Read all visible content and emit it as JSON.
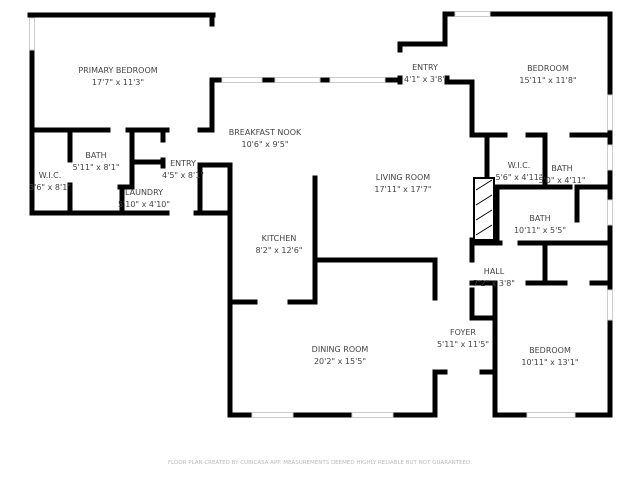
{
  "rooms": [
    {
      "name": "PRIMARY BEDROOM",
      "size": "17'7\" x 11'3\""
    },
    {
      "name": "BREAKFAST NOOK",
      "size": "10'6\" x 9'5\""
    },
    {
      "name": "W.I.C.",
      "size": "3'6\" x 8'1\""
    },
    {
      "name": "BATH",
      "size": "5'11\" x 8'1\""
    },
    {
      "name": "ENTRY",
      "size": "4'5\" x 8'1\""
    },
    {
      "name": "LAUNDRY",
      "size": "5'10\" x 4'10\""
    },
    {
      "name": "KITCHEN",
      "size": "8'2\" x 12'6\""
    },
    {
      "name": "LIVING ROOM",
      "size": "17'11\" x 17'7\""
    },
    {
      "name": "ENTRY",
      "size": "4'1\" x 3'8\""
    },
    {
      "name": "BEDROOM",
      "size": "15'11\" x 11'8\""
    },
    {
      "name": "W.I.C.",
      "size": "5'6\" x 4'11\""
    },
    {
      "name": "BATH",
      "size": "5'0\" x 4'11\""
    },
    {
      "name": "BATH",
      "size": "10'11\" x 5'5\""
    },
    {
      "name": "HALL",
      "size": "7'2\" x 3'8\""
    },
    {
      "name": "DINING ROOM",
      "size": "20'2\" x 15'5\""
    },
    {
      "name": "FOYER",
      "size": "5'11\" x 11'5\""
    },
    {
      "name": "BEDROOM",
      "size": "10'11\" x 13'1\""
    }
  ],
  "footer": "FLOOR PLAN CREATED BY CUBICASA APP. MEASUREMENTS DEEMED HIGHLY RELIABLE BUT NOT GUARANTEED.",
  "colors": {
    "wall": "#000000",
    "text": "#444444",
    "window": "#cccccc"
  }
}
